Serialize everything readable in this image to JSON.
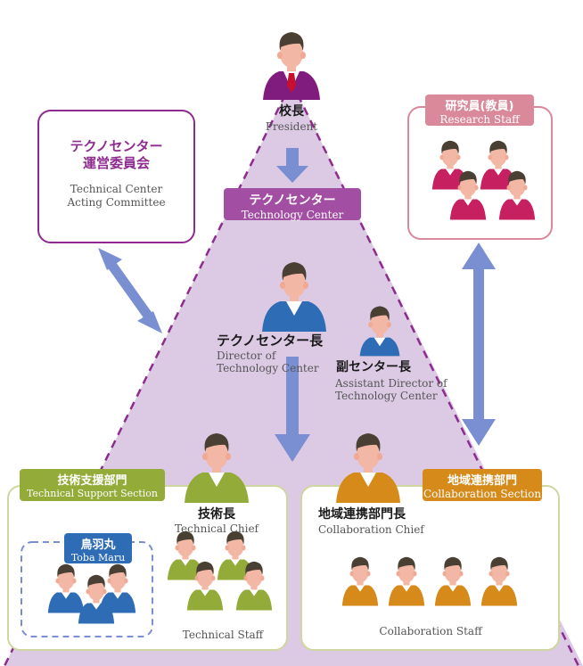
{
  "president": {
    "jp": "校長",
    "en": "President"
  },
  "technology_center": {
    "jp": "テクノセンター",
    "en": "Technology Center"
  },
  "committee": {
    "jp_line1": "テクノセンター",
    "jp_line2": "運営委員会",
    "en_line1": "Technical Center",
    "en_line2": "Acting Committee"
  },
  "research": {
    "jp": "研究員(教員)",
    "en": "Research Staff"
  },
  "director": {
    "jp": "テクノセンター長",
    "en_line1": "Director of",
    "en_line2": "Technology Center"
  },
  "assistant": {
    "jp": "副センター長",
    "en_line1": "Assistant Director of",
    "en_line2": "Technology Center"
  },
  "tech_section": {
    "jp": "技術支援部門",
    "en": "Technical Support Section"
  },
  "collab_section": {
    "jp": "地域連携部門",
    "en": "Collaboration Section"
  },
  "tech_chief": {
    "jp": "技術長",
    "en": "Technical Chief"
  },
  "collab_chief": {
    "jp": "地域連携部門長",
    "en": "Collaboration Chief"
  },
  "toba_maru": {
    "jp": "鳥羽丸",
    "en": "Toba Maru"
  },
  "tech_staff": {
    "en": "Technical Staff"
  },
  "collab_staff": {
    "en": "Collaboration Staff"
  },
  "colors": {
    "purple": "#8d2b8f",
    "pyramid_fill": "#dccae4",
    "arrow_blue": "#7a8fd1",
    "pink_border": "#d9899a",
    "green": "#93ab38",
    "orange": "#d58a1a",
    "blue": "#2e6db5",
    "section_border": "#cfd6a0"
  }
}
